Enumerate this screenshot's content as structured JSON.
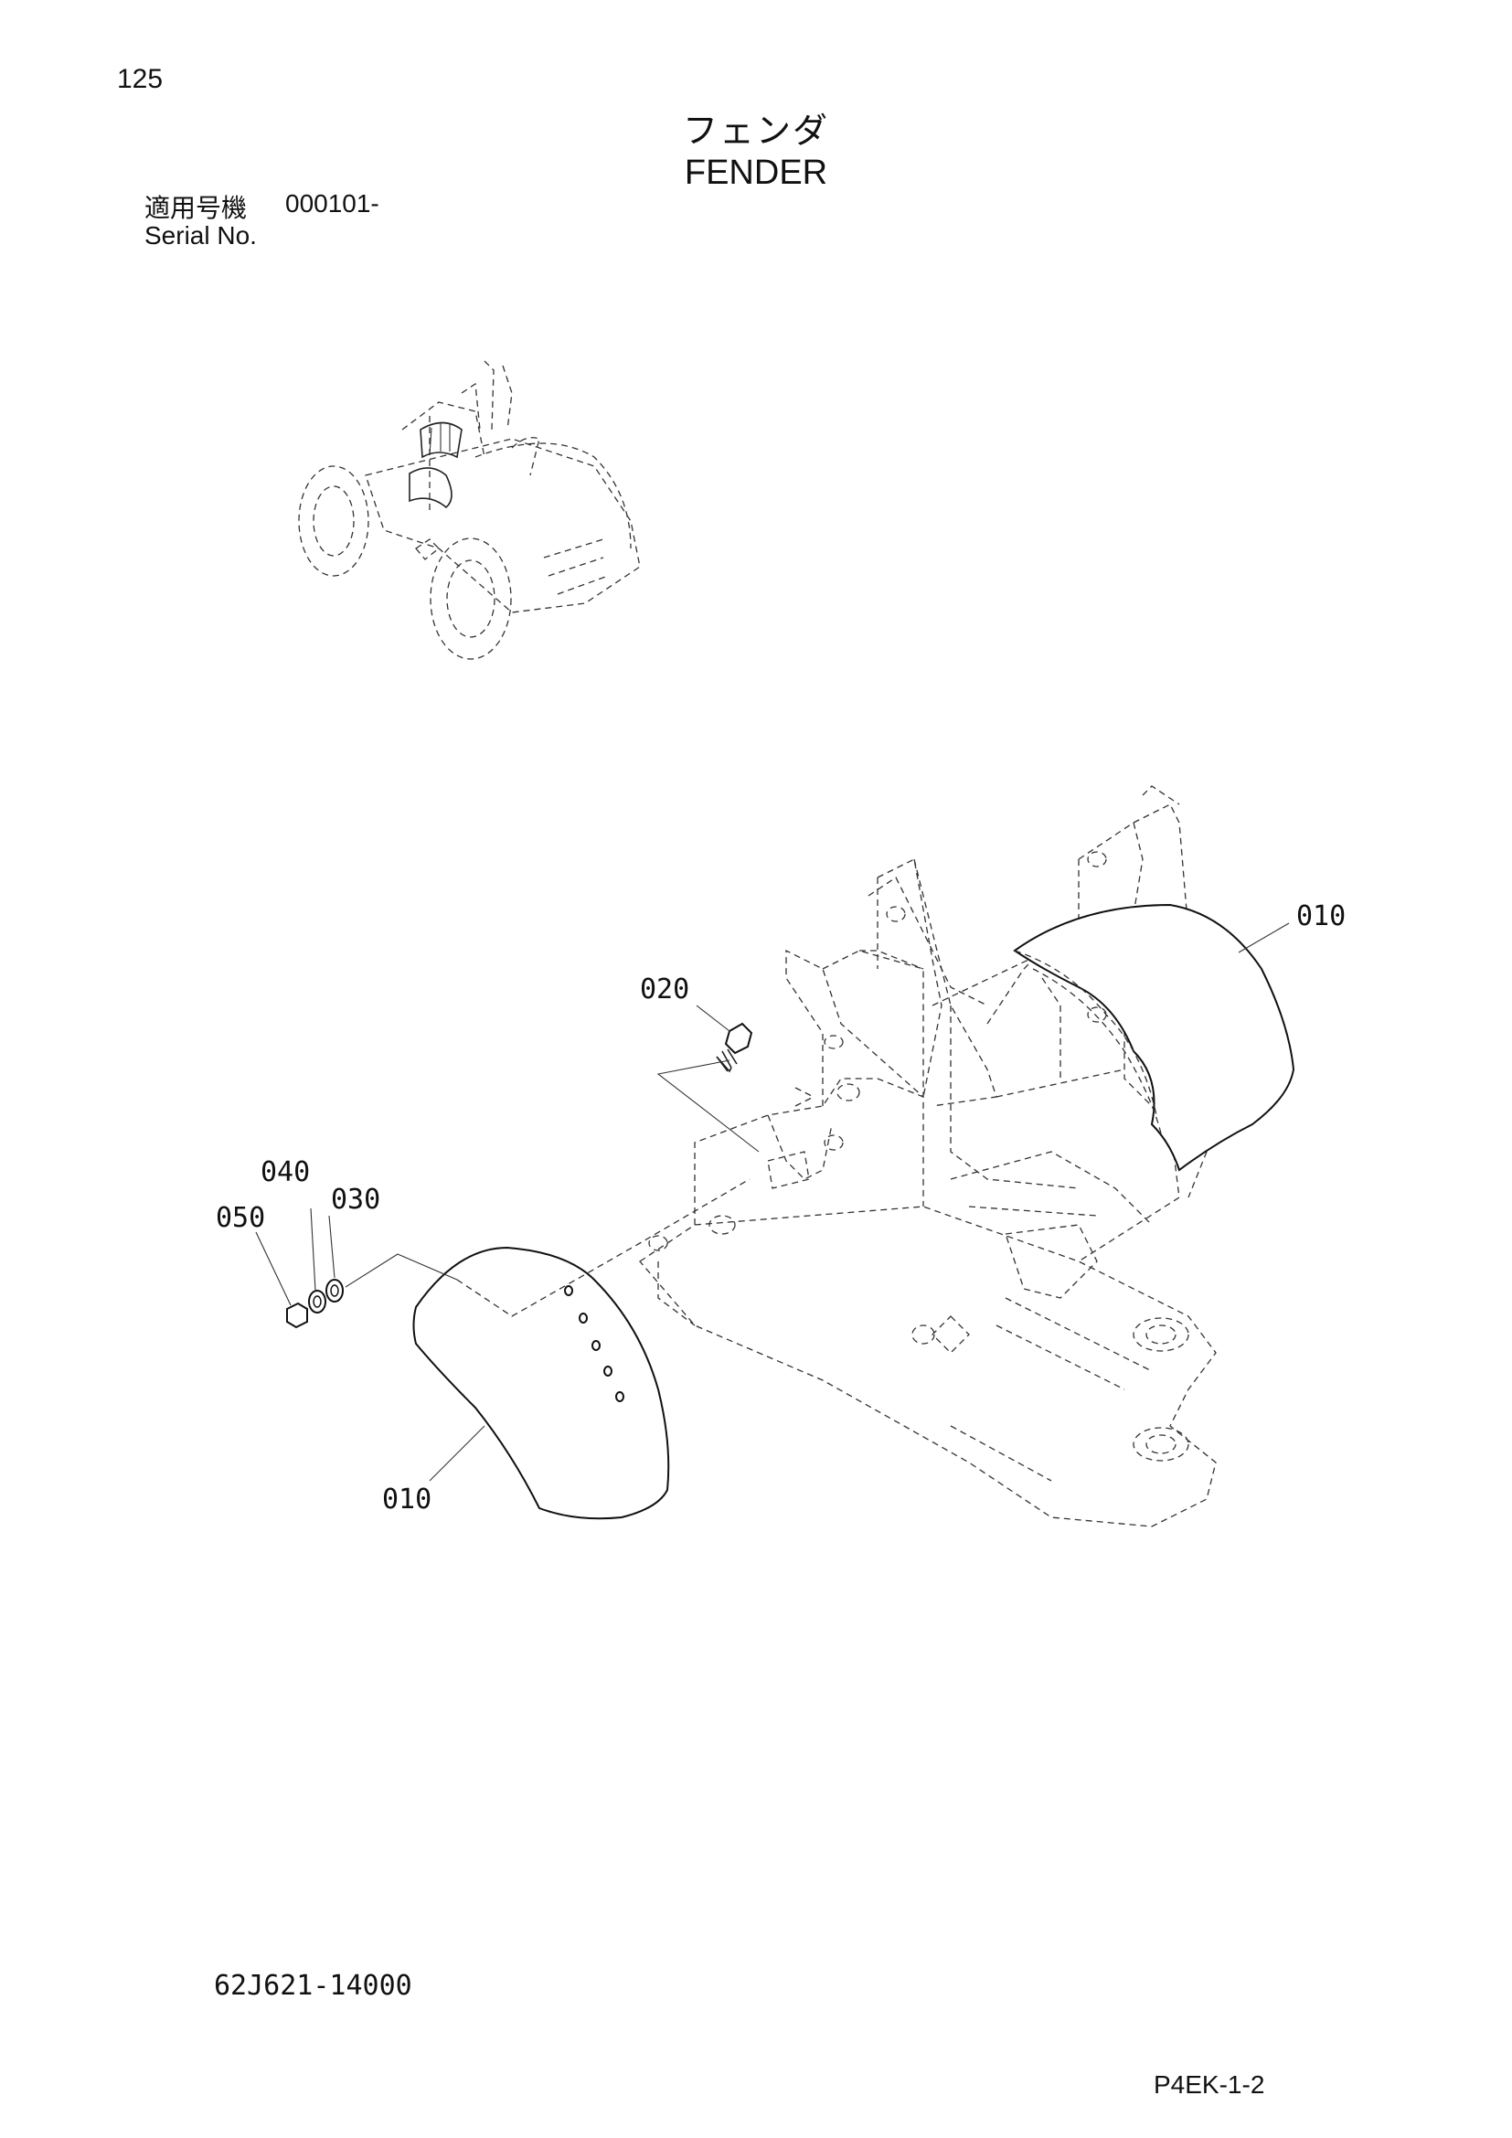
{
  "header": {
    "page_number": "125",
    "title_jp": "フェンダ",
    "title_en": "FENDER",
    "serial_label_jp": "適用号機",
    "serial_value": "000101-",
    "serial_label_en": "Serial No."
  },
  "callouts": {
    "c010_right": "010",
    "c020": "020",
    "c040": "040",
    "c030": "030",
    "c050": "050",
    "c010_left": "010"
  },
  "footer": {
    "drawing_number": "62J621-14000",
    "page_code": "P4EK-1-2"
  }
}
